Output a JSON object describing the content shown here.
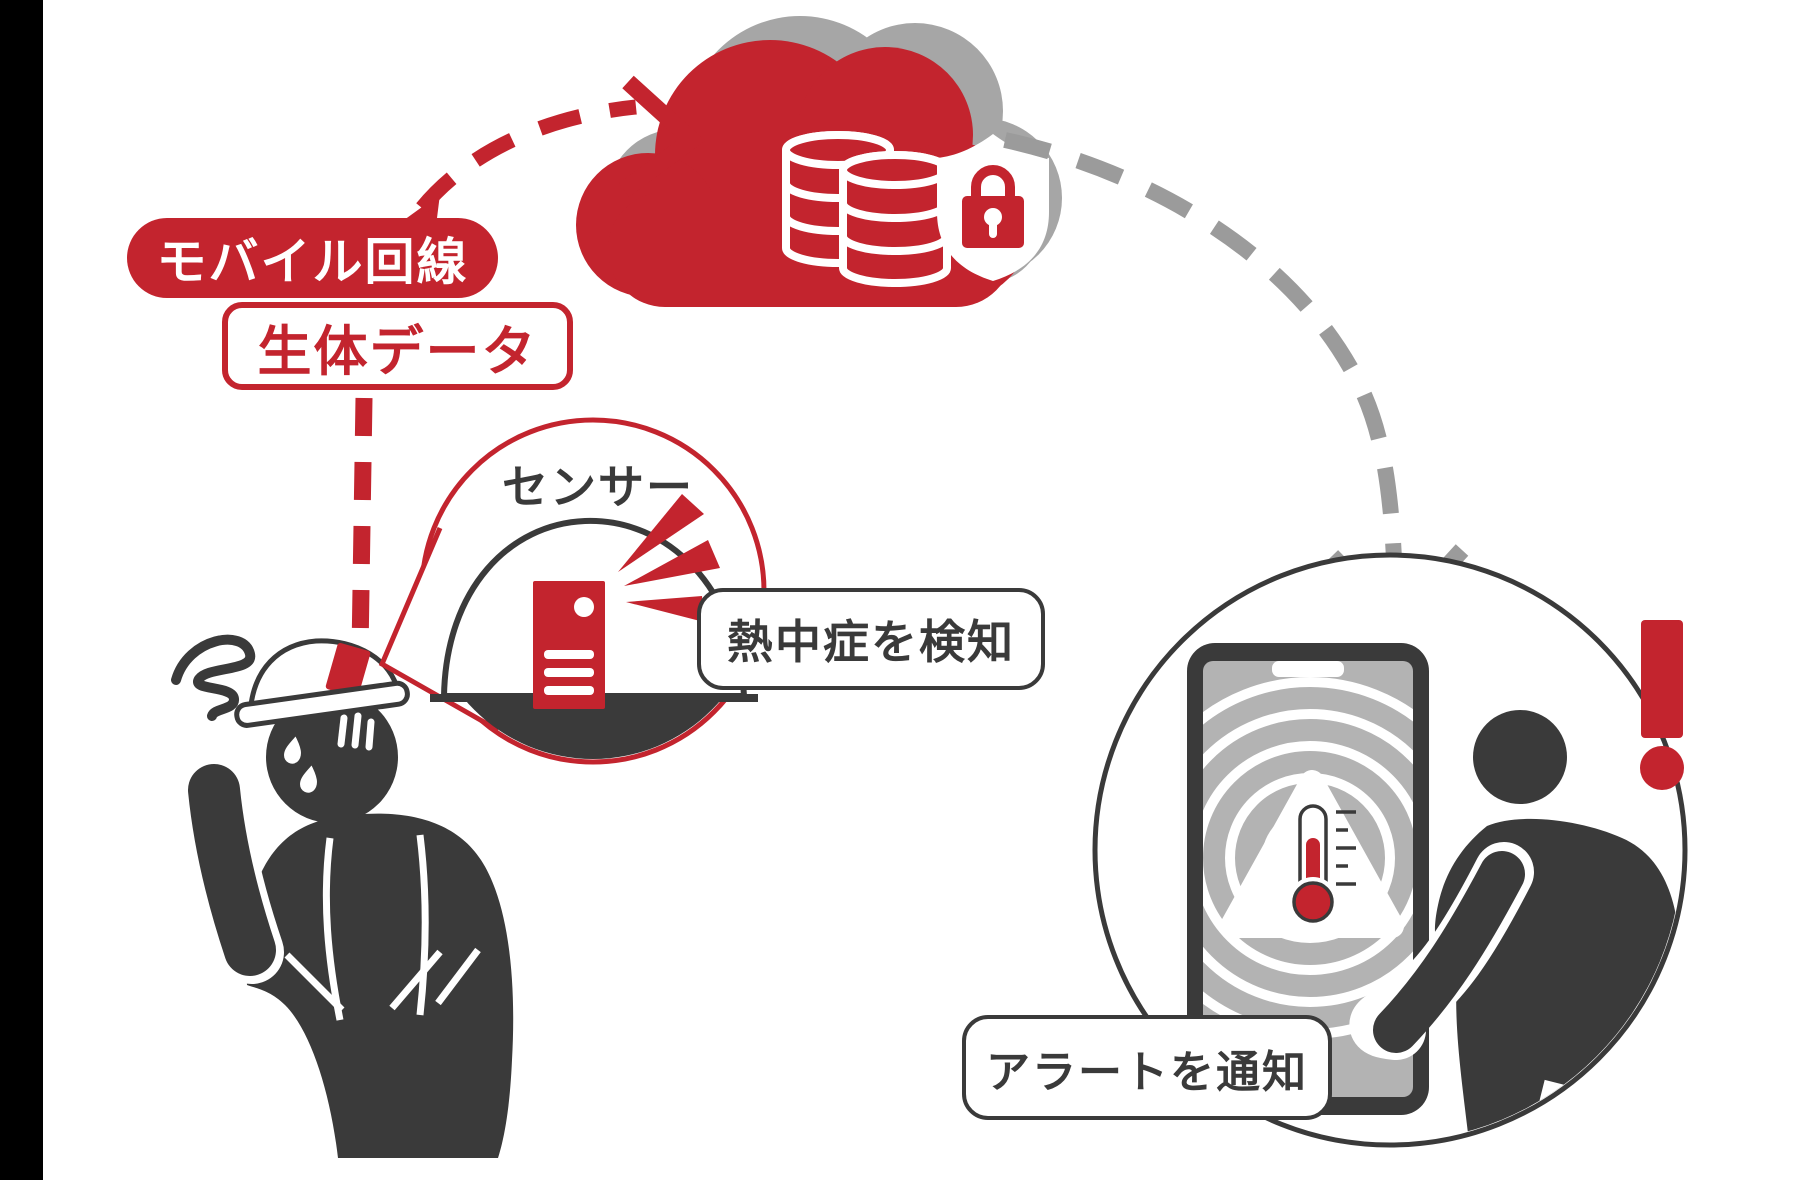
{
  "labels": {
    "mobile_line": "モバイル回線",
    "biometric_data": "生体データ",
    "sensor": "センサー",
    "detect_heatstroke": "熱中症を検知",
    "alert_notify": "アラートを通知"
  },
  "colors": {
    "red": "#c3242e",
    "dark": "#3a3a3a",
    "gray": "#9b9b9b",
    "cloud_shadow": "#a6a6a6",
    "screen_gray": "#b3b3b3",
    "white": "#ffffff",
    "black": "#000000"
  },
  "icons": {
    "cloud": "cloud-icon",
    "database": "database-icon",
    "shield_lock": "shield-lock-icon",
    "mobile_arrow": "red-dashed-arrow-icon",
    "notify_arrow": "gray-dashed-arrow-icon",
    "sensor_device": "sensor-device-icon",
    "signal_rays": "signal-rays-icon",
    "helmet": "helmet-icon",
    "dizzy_swirl": "dizzy-swirl-icon",
    "sweat_drops": "sweat-drops-icon",
    "smartphone": "smartphone-icon",
    "alert_triangle": "alert-triangle-icon",
    "thermometer": "thermometer-icon",
    "exclamation": "exclamation-icon"
  }
}
